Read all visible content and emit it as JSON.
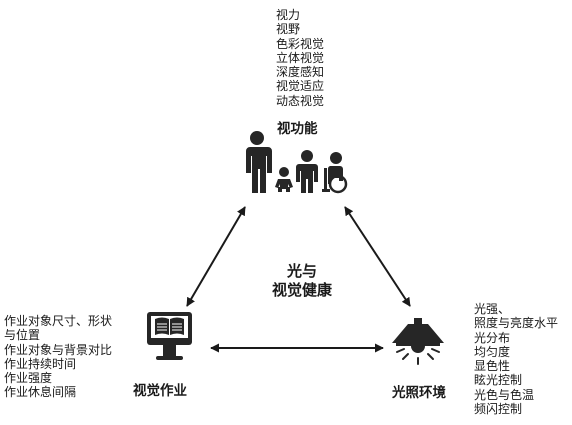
{
  "center": {
    "line1": "光与",
    "line2": "视觉健康"
  },
  "nodes": {
    "visual_function": {
      "title": "视功能",
      "factors": [
        "视力",
        "视野",
        "色彩视觉",
        "立体视觉",
        "深度感知",
        "视觉适应",
        "动态视觉"
      ]
    },
    "visual_task": {
      "title": "视觉作业",
      "factors": [
        "作业对象尺寸、形状",
        "与位置",
        "作业对象与背景对比",
        "作业持续时间",
        "作业强度",
        "作业休息间隔"
      ]
    },
    "light_environment": {
      "title": "光照环境",
      "factors": [
        "光强、",
        "照度与亮度水平",
        "光分布",
        "均匀度",
        "显色性",
        "眩光控制",
        "光色与色温",
        "频闪控制"
      ]
    }
  },
  "icons": {
    "visual_function": "family-people-icon",
    "visual_task": "monitor-book-icon",
    "light_environment": "ceiling-lamp-icon"
  },
  "colors": {
    "ink": "#1a1a1a",
    "icon": "#262626",
    "background": "#ffffff"
  }
}
